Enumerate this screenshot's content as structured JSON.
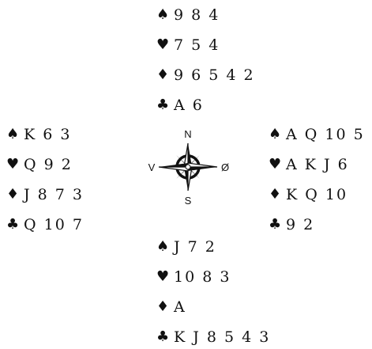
{
  "suits": [
    {
      "name": "spades",
      "symbol": "♠"
    },
    {
      "name": "hearts",
      "symbol": "♥"
    },
    {
      "name": "diamonds",
      "symbol": "♦"
    },
    {
      "name": "clubs",
      "symbol": "♣"
    }
  ],
  "hands": {
    "north": {
      "spades": "9 8 4",
      "hearts": "7 5 4",
      "diamonds": "9 6 5 4 2",
      "clubs": "A 6"
    },
    "west": {
      "spades": "K 6 3",
      "hearts": "Q 9 2",
      "diamonds": "J 8 7 3",
      "clubs": "Q 10 7"
    },
    "east": {
      "spades": "A Q 10 5",
      "hearts": "A K J 6",
      "diamonds": "K Q 10",
      "clubs": "9 2"
    },
    "south": {
      "spades": "J 7 2",
      "hearts": "10 8 3",
      "diamonds": "A",
      "clubs": "K J 8 5 4 3"
    }
  },
  "compass": {
    "north": "N",
    "south": "S",
    "west": "V",
    "east": "Ø"
  }
}
